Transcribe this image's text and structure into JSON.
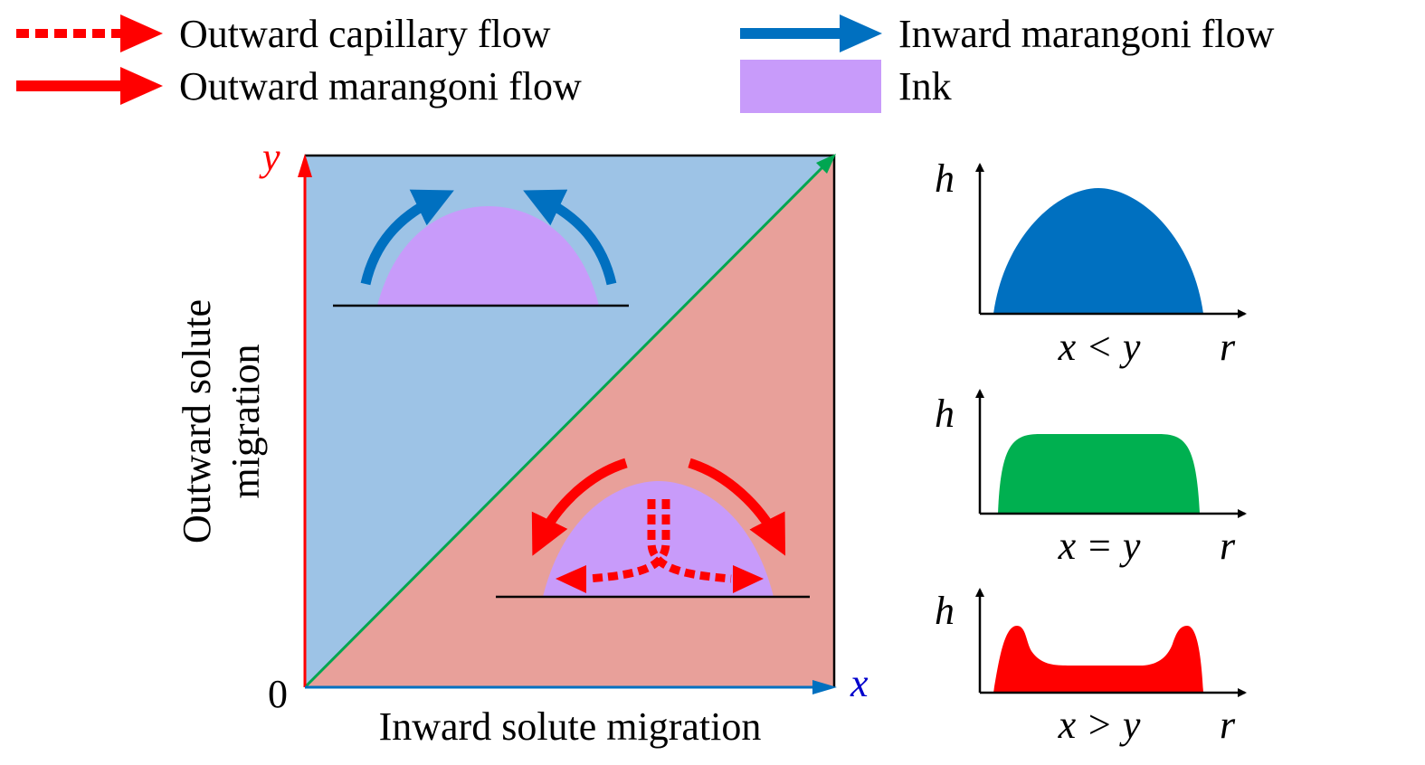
{
  "legend": {
    "items": [
      {
        "label": "Outward capillary flow",
        "style": "dashed-arrow",
        "color": "#ff0000"
      },
      {
        "label": "Outward marangoni flow",
        "style": "solid-arrow",
        "color": "#ff0000"
      },
      {
        "label": "Inward marangoni flow",
        "style": "solid-arrow",
        "color": "#0070c0"
      },
      {
        "label": "Ink",
        "style": "patch",
        "color": "#c89bfa"
      }
    ]
  },
  "main": {
    "y_axis_symbol": "y",
    "x_axis_symbol": "x",
    "origin_label": "0",
    "y_axis_title_line1": "Outward solute",
    "y_axis_title_line2": "migration",
    "x_axis_title": "Inward solute migration",
    "colors": {
      "upper_region": "#9dc3e6",
      "lower_region": "#e8a09a",
      "diagonal": "#00a651",
      "ink": "#c89bfa",
      "inward_flow": "#0070c0",
      "outward_flow": "#ff0000"
    }
  },
  "profiles": [
    {
      "h_label": "h",
      "r_label": "r",
      "condition": "x < y",
      "shape": "dome",
      "color": "#0070c0"
    },
    {
      "h_label": "h",
      "r_label": "r",
      "condition": "x = y",
      "shape": "flat",
      "color": "#00b050"
    },
    {
      "h_label": "h",
      "r_label": "r",
      "condition": "x > y",
      "shape": "coffee-ring",
      "color": "#ff0000"
    }
  ]
}
